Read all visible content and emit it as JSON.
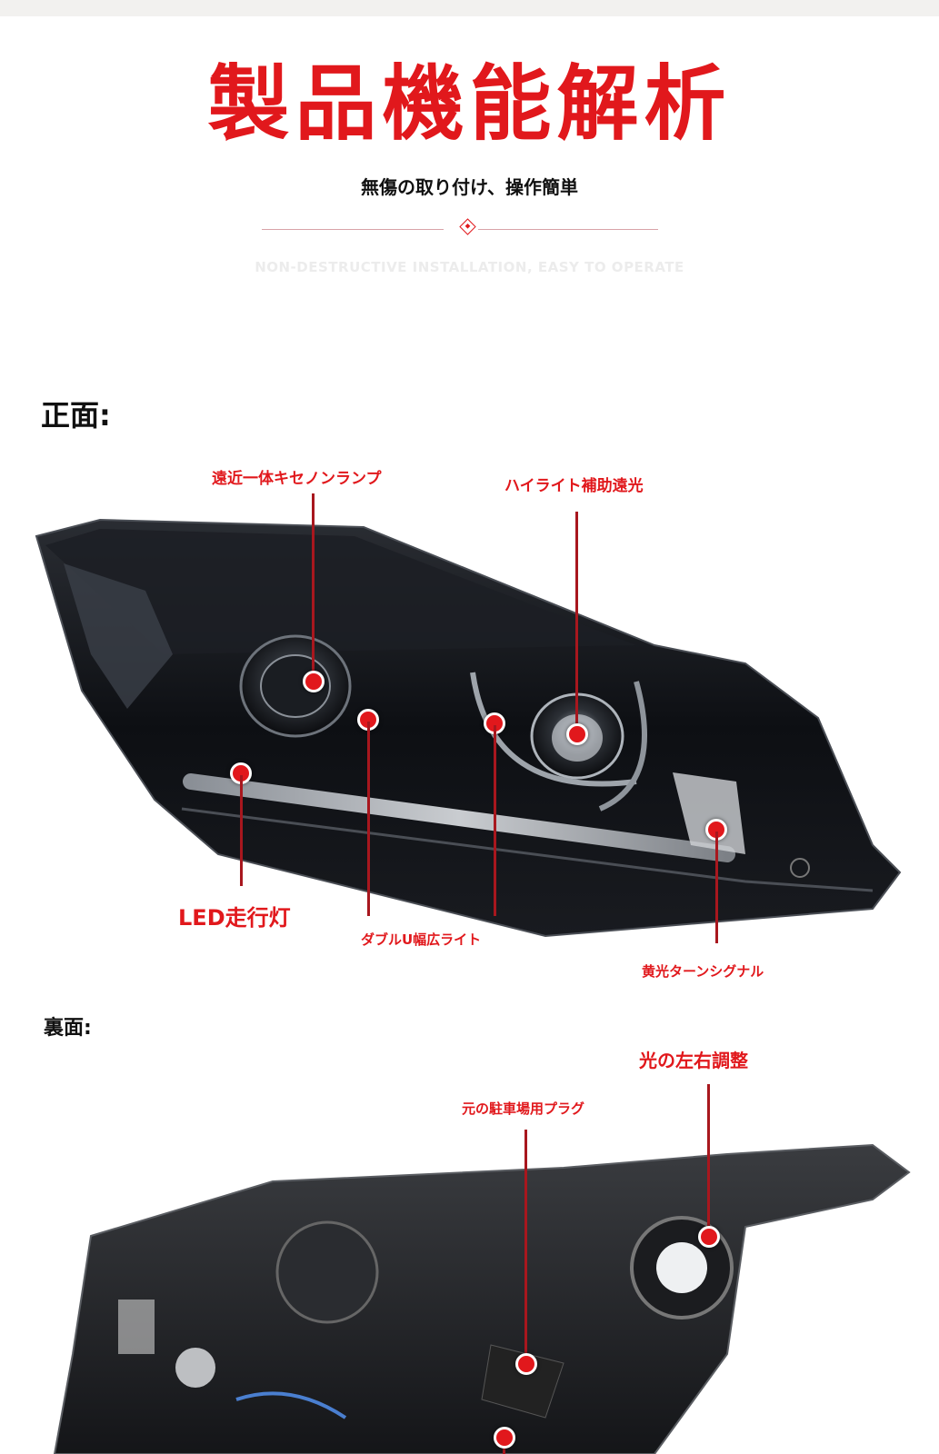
{
  "header": {
    "title": "製品機能解析",
    "subtitle": "無傷の取り付け、操作簡単",
    "subtitle_en": "NON-DESTRUCTIVE INSTALLATION, EASY TO OPERATE"
  },
  "front": {
    "section_label": "正面:",
    "callouts": {
      "xenon": "遠近一体キセノンランプ",
      "high_beam": "ハイライト補助遠光",
      "drl": "LED走行灯",
      "position": "ダブルU幅広ライト",
      "turn": "黄光ターンシグナル"
    }
  },
  "back": {
    "section_label": "裏面:",
    "callouts": {
      "adjust": "光の左右調整",
      "plug": "元の駐車場用プラグ"
    }
  },
  "colors": {
    "accent": "#e1181c",
    "line": "#a8171e"
  }
}
